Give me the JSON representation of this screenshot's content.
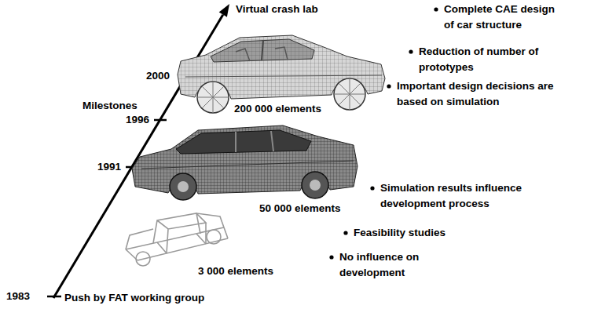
{
  "diagram": {
    "labels": [
      "Virtual crash lab",
      "2000",
      "Milestones",
      "1996",
      "1991",
      "1983",
      "Push by FAT working group",
      "200 000 elements",
      "50 000 elements",
      "3 000 elements",
      "Complete CAE design of car structure",
      "Reduction of number of prototypes",
      "Important design decisions are based on simulation",
      "Simulation results influence development process",
      "Feasibility studies",
      "No influence on development"
    ]
  }
}
